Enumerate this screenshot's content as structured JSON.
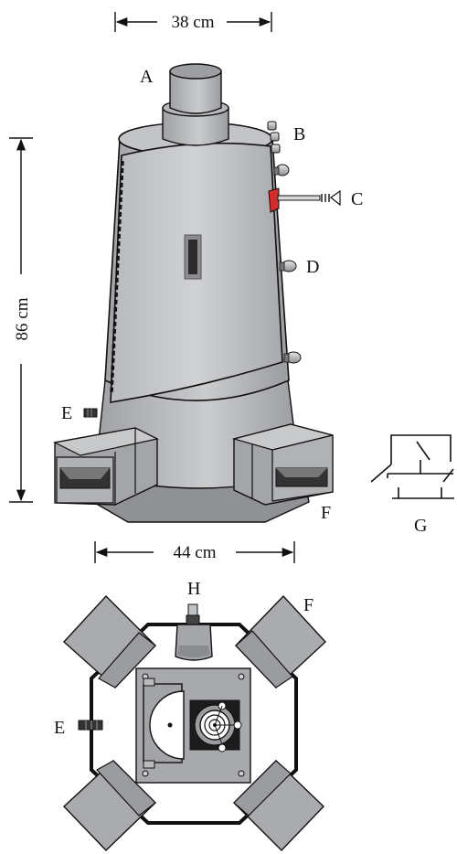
{
  "dimensions": {
    "top_width": "38 cm",
    "height": "86 cm",
    "base_width": "44 cm"
  },
  "labels": {
    "A": "A",
    "B": "B",
    "C": "C",
    "D": "D",
    "E_side": "E",
    "F_side": "F",
    "G": "G",
    "H": "H",
    "E_top": "E",
    "F_top": "F"
  },
  "colors": {
    "body_light": "#c4c6c8",
    "body_mid": "#a9abae",
    "body_dark": "#8e9093",
    "outline": "#111111",
    "valve_red": "#d62b2b",
    "window": "#2b2b2b"
  }
}
